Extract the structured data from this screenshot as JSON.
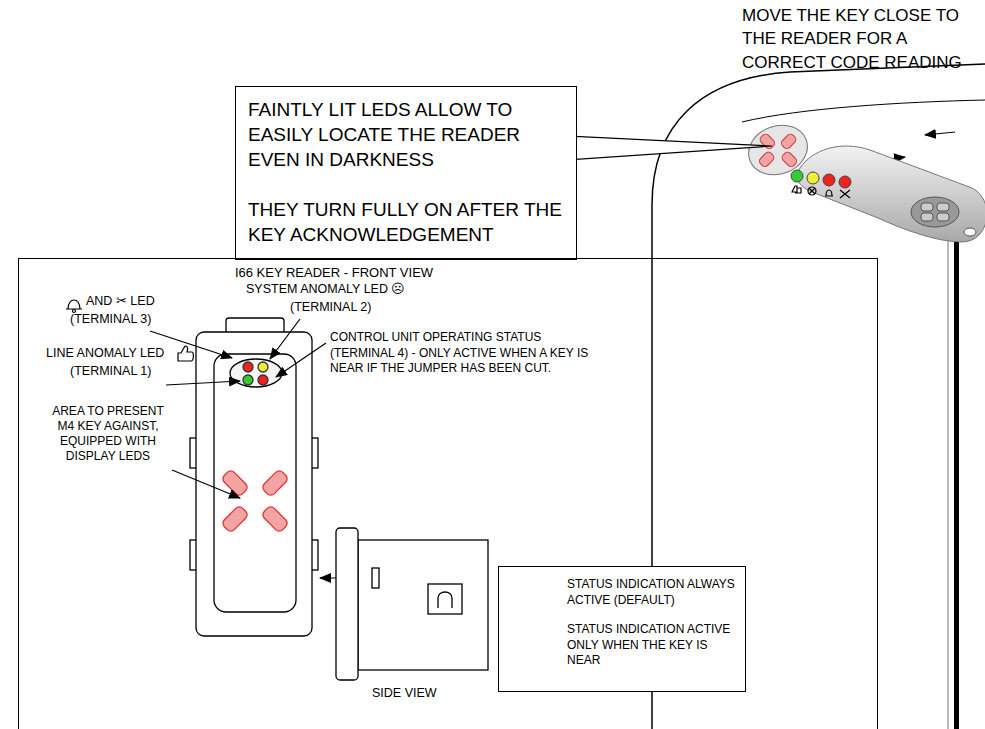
{
  "diagram": {
    "nodes": [
      {
        "text": [
          "FAINTLY LIT LEDS ALLOW TO EASILY LOCATE THE READER EVEN IN DARKNESS",
          "THEY TURN FULLY ON AFTER THE KEY ACKNOWLEDGEMENT"
        ]
      },
      {
        "text": [
          "I66 KEY READER - FRONT VIEW"
        ]
      },
      {
        "text": [
          "STATUS INDICATION ALWAYS ACTIVE (DEFAULT)",
          "STATUS INDICATION ACTIVE ONLY WHEN THE KEY IS NEAR"
        ],
        "in": 1
      }
    ],
    "labels": [
      "MOVE THE KEY CLOSE TO THE READER FOR A CORRECT CODE READING",
      "SYSTEM ANOMALY LED ☹",
      "(TERMINAL 2)",
      "AND ✂ LED",
      "(TERMINAL 3)",
      "LINE ANOMALY LED",
      "(TERMINAL 1)",
      "CONTROL UNIT OPERATING STATUS",
      "(TERMINAL 4) - ONLY ACTIVE WHEN A KEY IS NEAR IF THE JUMPER HAS BEEN CUT.",
      "AREA TO PRESENT M4 KEY AGAINST, EQUIPPED WITH DISPLAY LEDS",
      "SIDE VIEW"
    ]
  }
}
